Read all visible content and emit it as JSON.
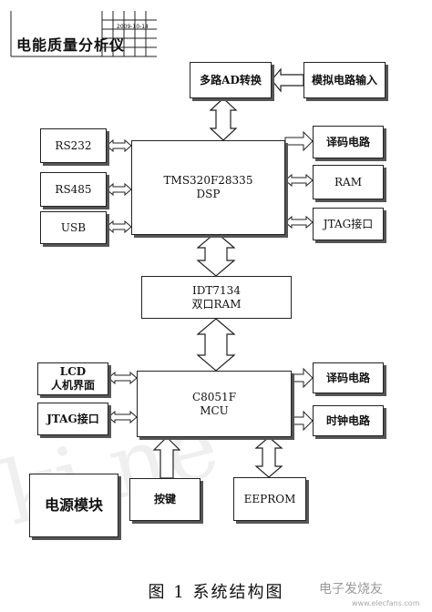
{
  "header": {
    "title": "电能质量分析仪",
    "date": "2009-10-14"
  },
  "blocks": {
    "ad_convert": "多路AD转换",
    "analog_input": "模拟电路输入",
    "rs232": "RS232",
    "rs485": "RS485",
    "usb": "USB",
    "dsp_line1": "TMS320F28335",
    "dsp_line2": "DSP",
    "decode_dsp": "译码电路",
    "ram": "RAM",
    "jtag_dsp": "JTAG接口",
    "dualram_line1": "IDT7134",
    "dualram_line2": "双口RAM",
    "lcd_line1": "LCD",
    "lcd_line2": "人机界面",
    "jtag_mcu": "JTAG接口",
    "mcu_line1": "C8051F",
    "mcu_line2": "MCU",
    "decode_mcu": "译码电路",
    "clock": "时钟电路",
    "power": "电源模块",
    "keys": "按键",
    "eeprom": "EEPROM"
  },
  "caption": "图 1    系统结构图",
  "watermarks": {
    "left": "ki.ne",
    "brand": "电子发烧友",
    "url": "www.elecfans.com"
  }
}
